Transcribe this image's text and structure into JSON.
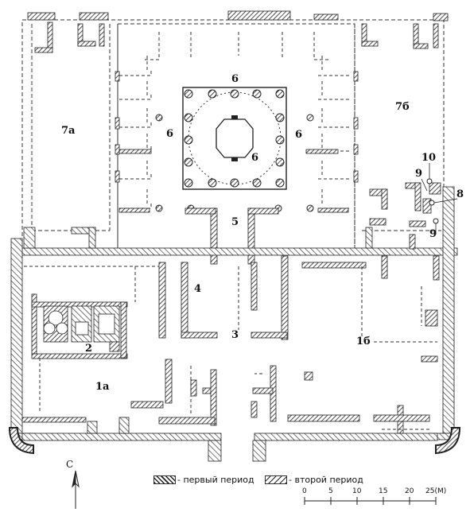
{
  "rooms": {
    "r1a": "1а",
    "r1b": "1б",
    "r2": "2",
    "r3": "3",
    "r4": "4",
    "r5": "5",
    "r6_top": "6",
    "r6_left": "6",
    "r6_right": "6",
    "r6_center": "6",
    "r7a": "7а",
    "r7b": "7б",
    "r8": "8",
    "r9_top": "9",
    "r9_bottom": "9",
    "r10": "10"
  },
  "north_label": "С",
  "legend": {
    "first_period": "- первый период",
    "second_period": "- второй период"
  },
  "scale": {
    "ticks": [
      "0",
      "5",
      "10",
      "15",
      "20",
      "25(М)"
    ]
  }
}
